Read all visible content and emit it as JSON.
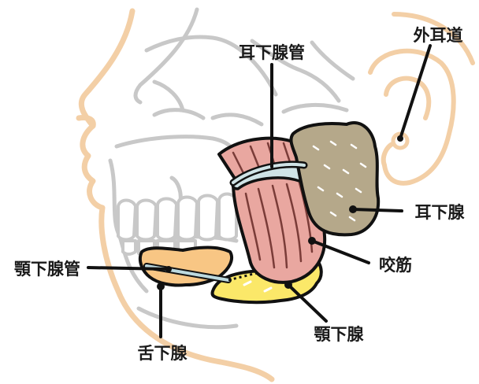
{
  "labels": {
    "parotid_duct": "耳下腺管",
    "external_ear_canal": "外耳道",
    "parotid_gland": "耳下腺",
    "masseter": "咬筋",
    "submandibular_duct": "顎下腺管",
    "submandibular_gland": "顎下腺",
    "sublingual_gland": "舌下腺"
  },
  "colors": {
    "skin_outline": "#f3cfa6",
    "skull_outline": "#c8c8c8",
    "parotid_fill": "#b5a88a",
    "masseter_fill": "#e9a7a0",
    "submandibular_fill": "#fbe869",
    "sublingual_fill": "#f8c684",
    "duct_fill": "#bcd9df",
    "leader_line": "#111111"
  }
}
